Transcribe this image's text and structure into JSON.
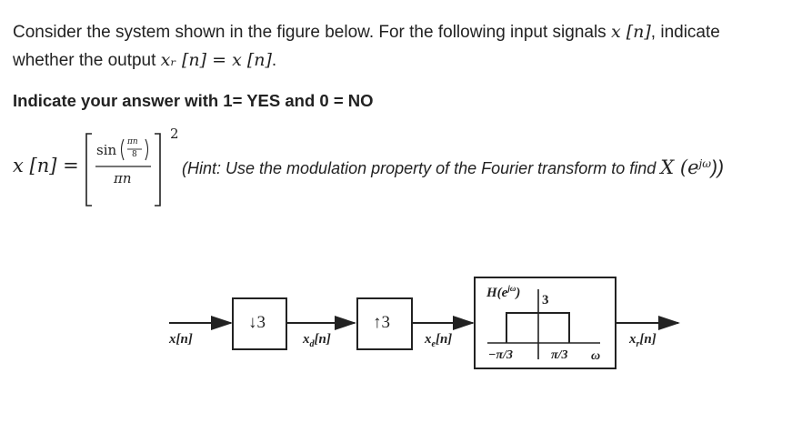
{
  "question": {
    "line1_prefix": "Consider the system shown in the figure below. For the following input signals ",
    "line1_math": "x [n]",
    "line1_suffix": ", indicate",
    "line2_prefix": "whether the output ",
    "line2_math": "xᵣ [n] = x [n]",
    "line2_suffix": ".",
    "instruction": "Indicate your answer with 1= YES and 0 = NO"
  },
  "formula": {
    "lhs": "x [n] =",
    "numerator_func": "sin",
    "inner_num": "πn",
    "inner_den": "8",
    "denominator": "πn",
    "exponent": "2",
    "hint": "(Hint: Use the modulation property of the Fourier transform to find ",
    "hint_math": "X (e",
    "hint_math_sup": "jω",
    "hint_end": "))"
  },
  "diagram": {
    "input_label": "x[n]",
    "downsampler_label": "↓3",
    "xd_label": "x",
    "xd_sub": "d",
    "xd_suffix": "[n]",
    "upsampler_label": "↑3",
    "xe_label": "x",
    "xe_sub": "e",
    "xe_suffix": "[n]",
    "filter_title": "H(e",
    "filter_title_sup": "jω",
    "filter_title_end": ")",
    "filter_gain": "3",
    "filter_left_cutoff": "−π/3",
    "filter_right_cutoff": "π/3",
    "filter_axis": "ω",
    "output_label": "x",
    "output_sub": "r",
    "output_suffix": "[n]"
  }
}
